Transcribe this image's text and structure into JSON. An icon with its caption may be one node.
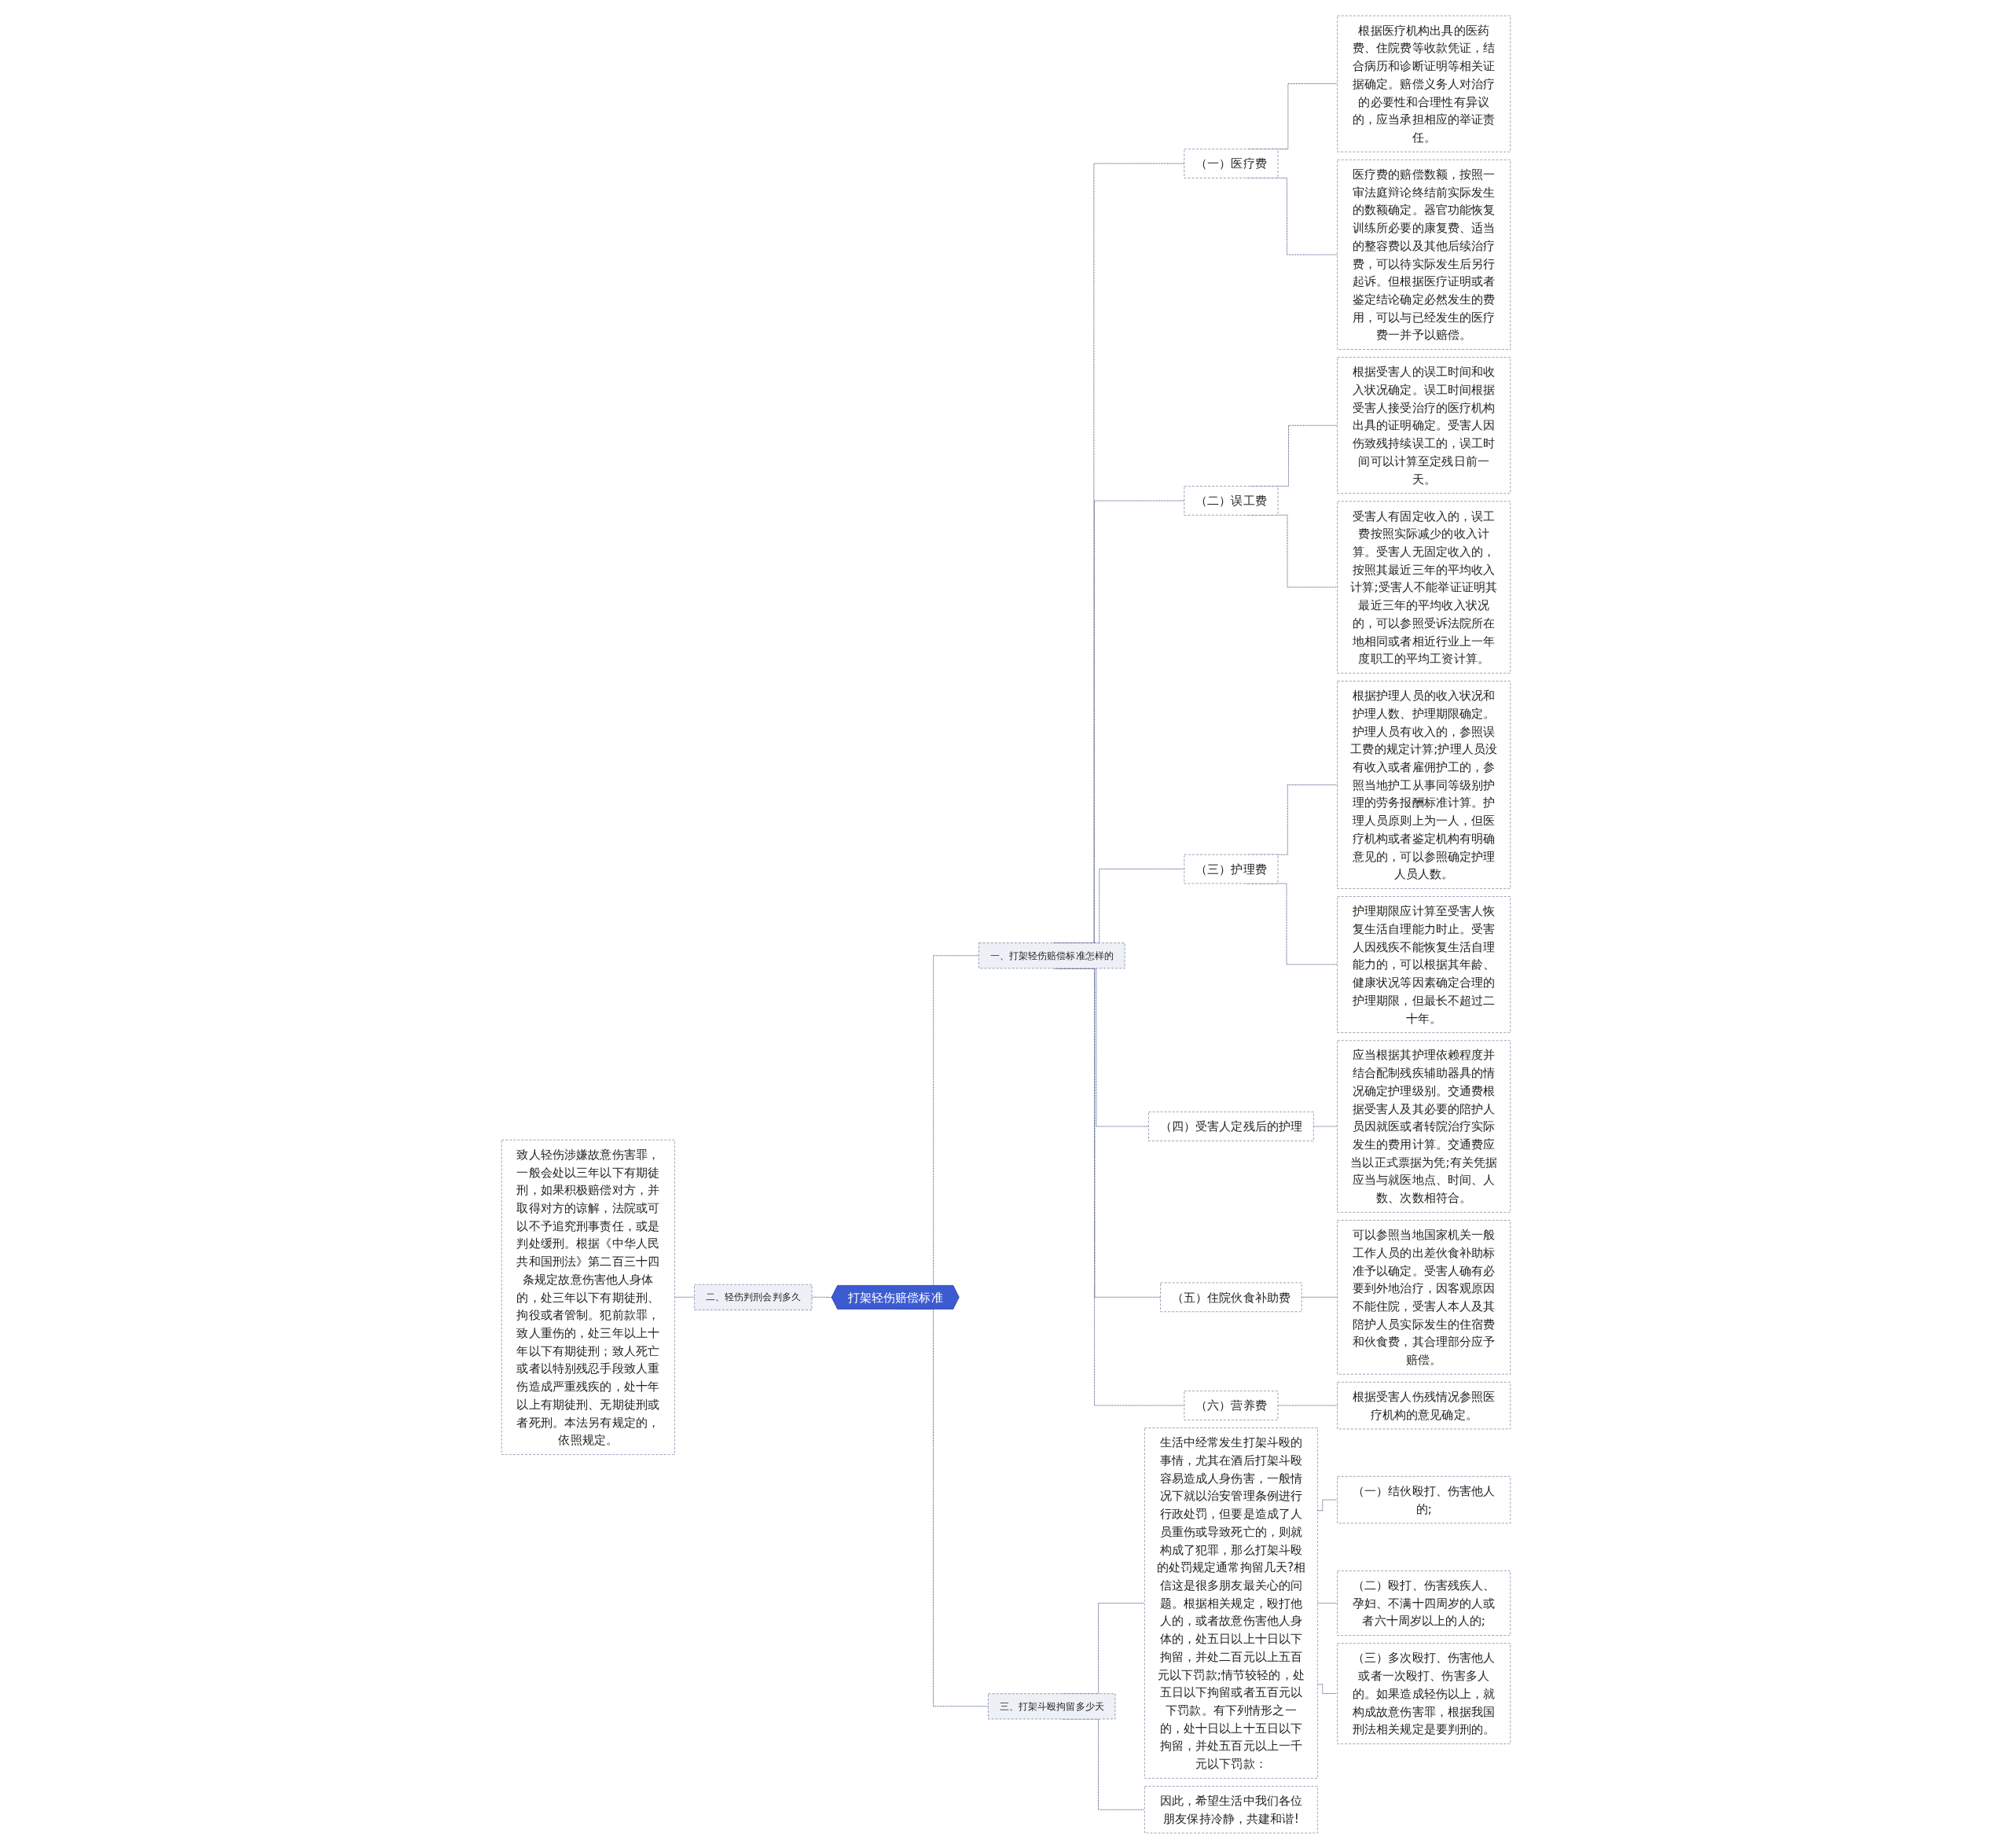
{
  "diagram": {
    "nodes": [
      {
        "text": [
          "打架轻伤赔偿标准"
        ]
      },
      {
        "text": [
          "一、打架轻伤赔偿标准怎样的"
        ]
      },
      {
        "text": [
          "（一）医疗费"
        ]
      },
      {
        "text": [
          "根据医疗机构出具的医药费、住院费等收款凭证，结合病历和诊断证明等相关证据确定。赔偿义务人对治疗的必要性和合理性有异议的，应当承担相应的举证责任。"
        ]
      },
      {
        "text": [
          "医疗费的赔偿数额，按照一审法庭辩论终结前实际发生的数额确定。器官功能恢复训练所必要的康复费、适当的整容费以及其他后续治疗费，可以待实际发生后另行起诉。但根据医疗证明或者鉴定结论确定必然发生的费用，可以与已经发生的医疗费一并予以赔偿。"
        ]
      },
      {
        "text": [
          "（二）误工费"
        ]
      },
      {
        "text": [
          "根据受害人的误工时间和收入状况确定。误工时间根据受害人接受治疗的医疗机构出具的证明确定。受害人因伤致残持续误工的，误工时间可以计算至定残日前一天。"
        ]
      },
      {
        "text": [
          "受害人有固定收入的，误工费按照实际减少的收入计算。受害人无固定收入的，按照其最近三年的平均收入计算;受害人不能举证证明其最近三年的平均收入状况的，可以参照受诉法院所在地相同或者相近行业上一年度职工的平均工资计算。"
        ]
      },
      {
        "text": [
          "（三）护理费"
        ]
      },
      {
        "text": [
          "根据护理人员的收入状况和护理人数、护理期限确定。护理人员有收入的，参照误工费的规定计算;护理人员没有收入或者雇佣护工的，参照当地护工从事同等级别护理的劳务报酬标准计算。护理人员原则上为一人，但医疗机构或者鉴定机构有明确意见的，可以参照确定护理人员人数。"
        ]
      },
      {
        "text": [
          "护理期限应计算至受害人恢复生活自理能力时止。受害人因残疾不能恢复生活自理能力的，可以根据其年龄、健康状况等因素确定合理的护理期限，但最长不超过二十年。"
        ]
      },
      {
        "text": [
          "（四）受害人定残后的护理"
        ]
      },
      {
        "text": [
          "应当根据其护理依赖程度并结合配制残疾辅助器具的情况确定护理级别。交通费根据受害人及其必要的陪护人员因就医或者转院治疗实际发生的费用计算。交通费应当以正式票据为凭;有关凭据应当与就医地点、时间、人数、次数相符合。"
        ]
      },
      {
        "text": [
          "（五）住院伙食补助费"
        ]
      },
      {
        "text": [
          "可以参照当地国家机关一般工作人员的出差伙食补助标准予以确定。受害人确有必要到外地治疗，因客观原因不能住院，受害人本人及其陪护人员实际发生的住宿费和伙食费，其合理部分应予赔偿。"
        ]
      },
      {
        "text": [
          "（六）营养费"
        ]
      },
      {
        "text": [
          "根据受害人伤残情况参照医疗机构的意见确定。"
        ]
      },
      {
        "text": [
          "二、轻伤判刑会判多久"
        ]
      },
      {
        "text": [
          "致人轻伤涉嫌故意伤害罪，一般会处以三年以下有期徒刑，如果积极赔偿对方，并取得对方的谅解，法院或可以不予追究刑事责任，或是判处缓刑。根据《中华人民共和国刑法》第二百三十四条规定故意伤害他人身体的，处三年以下有期徒刑、拘役或者管制。犯前款罪，致人重伤的，处三年以上十年以下有期徒刑；致人死亡或者以特别残忍手段致人重伤造成严重残疾的，处十年以上有期徒刑、无期徒刑或者死刑。本法另有规定的，依照规定。"
        ]
      },
      {
        "text": [
          "三、打架斗殴拘留多少天"
        ]
      },
      {
        "text": [
          "生活中经常发生打架斗殴的事情，尤其在酒后打架斗殴容易造成人身伤害，一般情况下就以治安管理条例进行行政处罚，但要是造成了人员重伤或导致死亡的，则就构成了犯罪，那么打架斗殴的处罚规定通常拘留几天?相信这是很多朋友最关心的问题。根据相关规定，殴打他人的，或者故意伤害他人身体的，处五日以上十日以下拘留，并处二百元以上五百元以下罚款;情节较轻的，处五日以下拘留或者五百元以下罚款。有下列情形之一的，处十日以上十五日以下拘留，并处五百元以上一千元以下罚款："
        ]
      },
      {
        "text": [
          "（一）结伙殴打、伤害他人的;"
        ]
      },
      {
        "text": [
          "（二）殴打、伤害残疾人、孕妇、不满十四周岁的人或者六十周岁以上的人的;"
        ]
      },
      {
        "text": [
          "（三）多次殴打、伤害他人或者一次殴打、伤害多人的。如果造成轻伤以上，就构成故意伤害罪，根据我国刑法相关规定是要判刑的。"
        ]
      },
      {
        "text": [
          "因此，希望生活中我们各位朋友保持冷静，共建和谐!"
        ]
      }
    ],
    "edges": [
      {
        "from": 0,
        "to": 1,
        "arrow": "none",
        "style": "dashed"
      },
      {
        "from": 1,
        "to": 2,
        "arrow": "none",
        "style": "dashed"
      },
      {
        "from": 2,
        "to": 3,
        "arrow": "none",
        "style": "dashed"
      },
      {
        "from": 2,
        "to": 4,
        "arrow": "none",
        "style": "dashed"
      },
      {
        "from": 1,
        "to": 5,
        "arrow": "none",
        "style": "dashed"
      },
      {
        "from": 5,
        "to": 6,
        "arrow": "none",
        "style": "dashed"
      },
      {
        "from": 5,
        "to": 7,
        "arrow": "none",
        "style": "dashed"
      },
      {
        "from": 1,
        "to": 8,
        "arrow": "none",
        "style": "dashed"
      },
      {
        "from": 8,
        "to": 9,
        "arrow": "none",
        "style": "dashed"
      },
      {
        "from": 8,
        "to": 10,
        "arrow": "none",
        "style": "dashed"
      },
      {
        "from": 1,
        "to": 11,
        "arrow": "none",
        "style": "dashed"
      },
      {
        "from": 11,
        "to": 12,
        "arrow": "none",
        "style": "dashed"
      },
      {
        "from": 1,
        "to": 13,
        "arrow": "none",
        "style": "dashed"
      },
      {
        "from": 13,
        "to": 14,
        "arrow": "none",
        "style": "dashed"
      },
      {
        "from": 1,
        "to": 15,
        "arrow": "none",
        "style": "dashed"
      },
      {
        "from": 15,
        "to": 16,
        "arrow": "none",
        "style": "dashed"
      },
      {
        "from": 0,
        "to": 17,
        "arrow": "none",
        "style": "dashed"
      },
      {
        "from": 17,
        "to": 18,
        "arrow": "none",
        "style": "dashed"
      },
      {
        "from": 0,
        "to": 19,
        "arrow": "none",
        "style": "dashed"
      },
      {
        "from": 19,
        "to": 20,
        "arrow": "none",
        "style": "dashed"
      },
      {
        "from": 20,
        "to": 21,
        "arrow": "none",
        "style": "dashed"
      },
      {
        "from": 20,
        "to": 22,
        "arrow": "none",
        "style": "dashed"
      },
      {
        "from": 20,
        "to": 23,
        "arrow": "none",
        "style": "dashed"
      },
      {
        "from": 19,
        "to": 24,
        "arrow": "none",
        "style": "dashed"
      }
    ]
  }
}
